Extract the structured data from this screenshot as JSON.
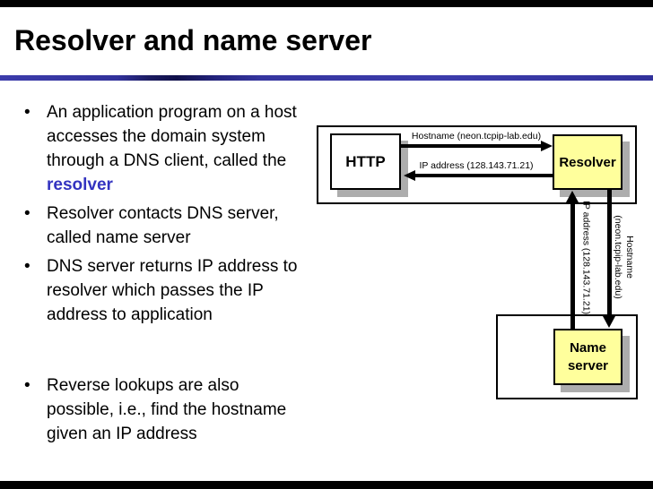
{
  "slide": {
    "title": "Resolver and name server",
    "colors": {
      "accent_bar": "#000000",
      "rule_blue": "#32329B",
      "box_yellow": "#FFFF9C",
      "shadow_gray": "#ADADAD",
      "em_blue": "#3333C0"
    }
  },
  "bullets": [
    {
      "lines": [
        {
          "t": "An application program on a host"
        },
        {
          "t": "accesses the domain system"
        },
        {
          "t": "through a DNS client, called the"
        },
        {
          "t": "resolver",
          "em": true
        }
      ]
    },
    {
      "lines": [
        {
          "t": "Resolver contacts DNS server,"
        },
        {
          "t": "called name server"
        }
      ]
    },
    {
      "lines": [
        {
          "t": "DNS server returns IP address to"
        },
        {
          "t": "resolver which passes the IP"
        },
        {
          "t": "address to application"
        }
      ]
    },
    {
      "lines": [
        {
          "t": "Reverse lookups are also"
        },
        {
          "t": "possible, i.e., find the hostname"
        },
        {
          "t": "given an IP address"
        }
      ],
      "spaced": true
    }
  ],
  "diagram": {
    "http_label": "HTTP",
    "resolver_label": "Resolver",
    "nameserver_label_line1": "Name",
    "nameserver_label_line2": "server",
    "hostname_arrow_label": "Hostname (neon.tcpip-lab.edu)",
    "ip_arrow_label": "IP address (128.143.71.21)",
    "ip_up_arrow_label": "IP address (128.143.71.21)",
    "hostname_down_arrow_label_line1": "Hostname",
    "hostname_down_arrow_label_line2": "(neon.tcpip-lab.edu)",
    "bullet_glyph": "•"
  }
}
